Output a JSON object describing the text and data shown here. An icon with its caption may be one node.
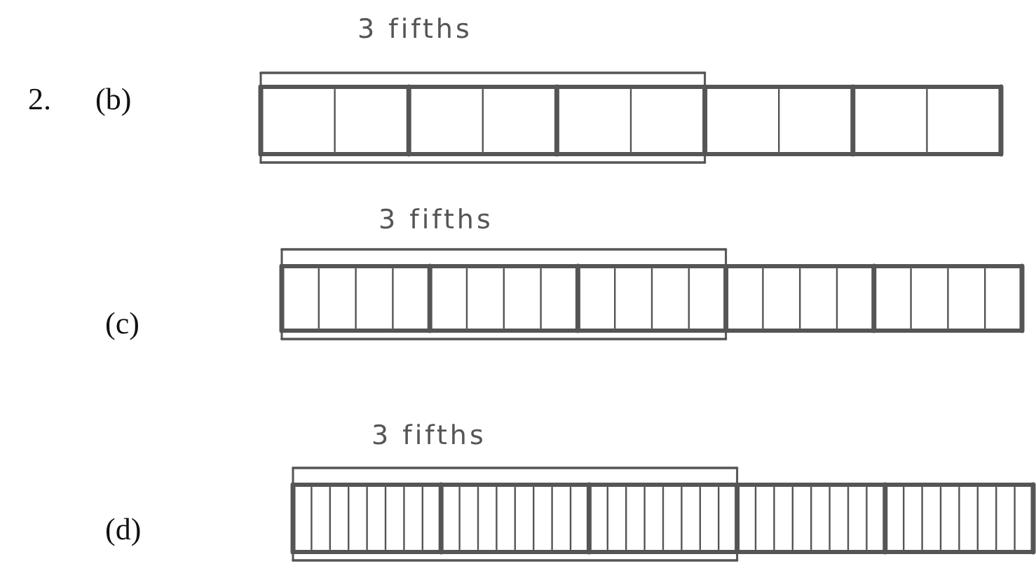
{
  "diagram": {
    "labels": [
      "2.",
      "(b)",
      "3 fifths",
      "(c)",
      "3 fifths",
      "(d)",
      "3 fifths"
    ]
  }
}
